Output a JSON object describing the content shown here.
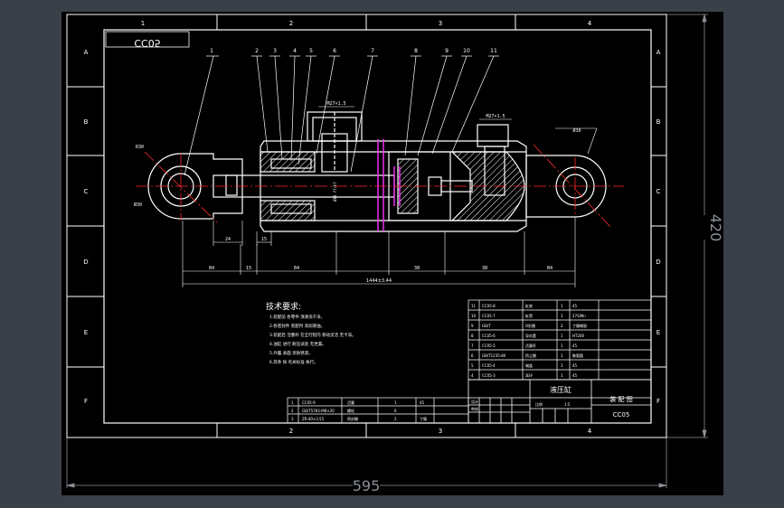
{
  "sheet": {
    "zone_columns": [
      "1",
      "2",
      "3",
      "4"
    ],
    "zone_rows": [
      "A",
      "B",
      "C",
      "D",
      "E",
      "F"
    ],
    "drawing_code_mirrored": "CC05",
    "sheet_width_dim": "595",
    "sheet_height_dim": "420"
  },
  "callouts": [
    "1",
    "2",
    "3",
    "4",
    "5",
    "6",
    "7",
    "8",
    "9",
    "10",
    "11"
  ],
  "dimensions": {
    "port_left": "M27×1.5",
    "port_right": "M27×1.5",
    "rod_eye_note": "R30",
    "left_eye_diameter": "Ø30",
    "right_eye_note": "Ø30",
    "seg_24": "24",
    "seg_15": "15",
    "bottom_84_left": "84",
    "bottom_15": "15",
    "bottom_84_mid": "84",
    "bottom_38": "38",
    "bottom_38b": "38",
    "bottom_84_right": "84",
    "overall": "1444±3.44",
    "rod_label": "Ø80 f7/h7"
  },
  "tech": {
    "heading": "技术要求:",
    "lines": [
      "1.装配前 各零件 须清洗干净。",
      "2.各密封件 装配时 涂润滑油。",
      "3.装配后 活塞杆 在全行程内 移动灵活 无卡滞。",
      "4.油缸 进行 耐压试验 无泄漏。",
      "5.外露 表面 涂防锈漆。",
      "6.其余 按 有关标准 执行。"
    ]
  },
  "bom_small": [
    [
      "1",
      "CC05-9",
      "活塞",
      "1",
      "45"
    ],
    [
      "2",
      "GB/T5783-M8×20",
      "螺栓",
      "6",
      ""
    ],
    [
      "3",
      "ZR-40×3.55",
      "密封圈",
      "2",
      "丁腈"
    ]
  ],
  "bom_table": [
    [
      "11",
      "CC05-8",
      "缸底",
      "1",
      "45"
    ],
    [
      "10",
      "CC05-7",
      "缸筒",
      "1",
      "27SiMn"
    ],
    [
      "9",
      "GB/T",
      "O形圈",
      "2",
      "丁腈橡胶"
    ],
    [
      "8",
      "CC05-6",
      "导向套",
      "1",
      "HT200"
    ],
    [
      "7",
      "CC05-5",
      "活塞杆",
      "1",
      "45"
    ],
    [
      "6",
      "GB/T1235-80",
      "防尘圈",
      "1",
      "聚氨酯"
    ],
    [
      "5",
      "CC05-4",
      "端盖",
      "1",
      "45"
    ],
    [
      "4",
      "CC05-3",
      "耳环",
      "1",
      "45"
    ]
  ],
  "title_block": {
    "name": "液压缸",
    "scale_label": "比例",
    "scale_value": "1:5",
    "code": "CC05",
    "assembly": "装 配 图",
    "designer_label": "设计",
    "checker_label": "审核"
  },
  "colors": {
    "background": "#3a4048",
    "paper": "#000000",
    "lines": "#ffffff",
    "centerline": "#ff2a2a",
    "highlight": "#ff30ff",
    "frame_gray": "#8a8f96"
  }
}
